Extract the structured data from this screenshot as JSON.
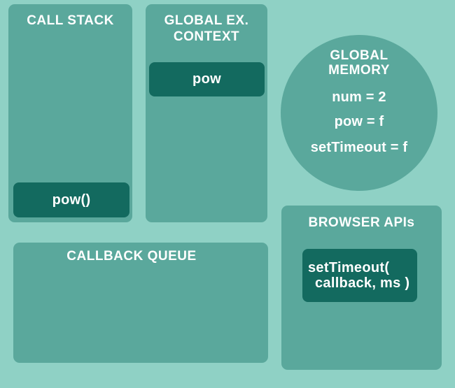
{
  "colors": {
    "background": "#8fd1c5",
    "panel": "#5aa89c",
    "dark_box": "#136a5f",
    "text": "#ffffff"
  },
  "call_stack": {
    "title": "CALL STACK",
    "frames": [
      {
        "label": "pow()"
      }
    ]
  },
  "global_ex_context": {
    "title_lines": [
      "GLOBAL EX.",
      "CONTEXT"
    ],
    "items": [
      {
        "label": "pow"
      }
    ]
  },
  "global_memory": {
    "title_lines": [
      "GLOBAL",
      "MEMORY"
    ],
    "entries": [
      "num = 2",
      "pow = f",
      "setTimeout = f"
    ]
  },
  "browser_apis": {
    "title": "BROWSER APIs",
    "calls": [
      {
        "line1": "setTimeout(",
        "line2": "callback, ms )"
      }
    ]
  },
  "callback_queue": {
    "title": "CALLBACK QUEUE"
  }
}
